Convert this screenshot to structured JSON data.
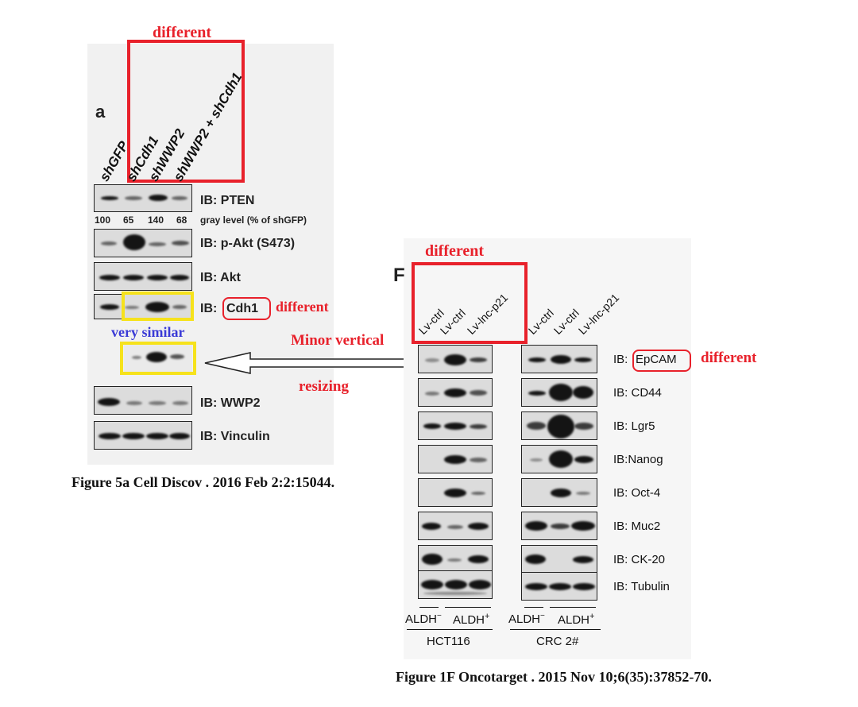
{
  "annotations": {
    "different_top": "different",
    "different_cdh1": "different",
    "very_similar": "very similar",
    "minor_vertical": "Minor vertical",
    "resizing": "resizing",
    "different_f": "different",
    "different_epcam": "different",
    "red_color": "#e8212b",
    "yellow_color": "#f6e21c",
    "blue_color": "#3a3ad6"
  },
  "fig5a": {
    "panel_letter": "a",
    "lanes": [
      "shGFP",
      "shCdh1",
      "shWWP2",
      "shWWP2 + shCdh1"
    ],
    "pten_label": "IB: PTEN",
    "gray_values": [
      "100",
      "65",
      "140",
      "68"
    ],
    "gray_label": "gray level (% of shGFP)",
    "pakt_label": "IB: p-Akt (S473)",
    "akt_label": "IB: Akt",
    "cdh1_prefix": "IB:",
    "cdh1_name": "Cdh1",
    "wwp2_label": "IB: WWP2",
    "vinculin_label": "IB: Vinculin",
    "caption": "Figure 5a Cell Discov . 2016 Feb 2:2:15044."
  },
  "fig1f": {
    "panel_letter": "F",
    "lanes_left": [
      "Lv-ctrl",
      "Lv-ctrl",
      "Lv-lnc-p21"
    ],
    "lanes_right": [
      "Lv-ctrl",
      "Lv-ctrl",
      "Lv-lnc-p21"
    ],
    "epcam_prefix": "IB:",
    "epcam_name": "EpCAM",
    "labels": [
      "IB: CD44",
      "IB: Lgr5",
      "IB:Nanog",
      "IB: Oct-4",
      "IB: Muc2",
      "IB: CK-20",
      "IB: Tubulin"
    ],
    "aldh_neg": "ALDH",
    "aldh_pos": "ALDH",
    "neg_sign": "−",
    "pos_sign": "+",
    "cell_left": "HCT116",
    "cell_right": "CRC 2#",
    "caption": "Figure 1F Oncotarget . 2015 Nov 10;6(35):37852-70."
  }
}
